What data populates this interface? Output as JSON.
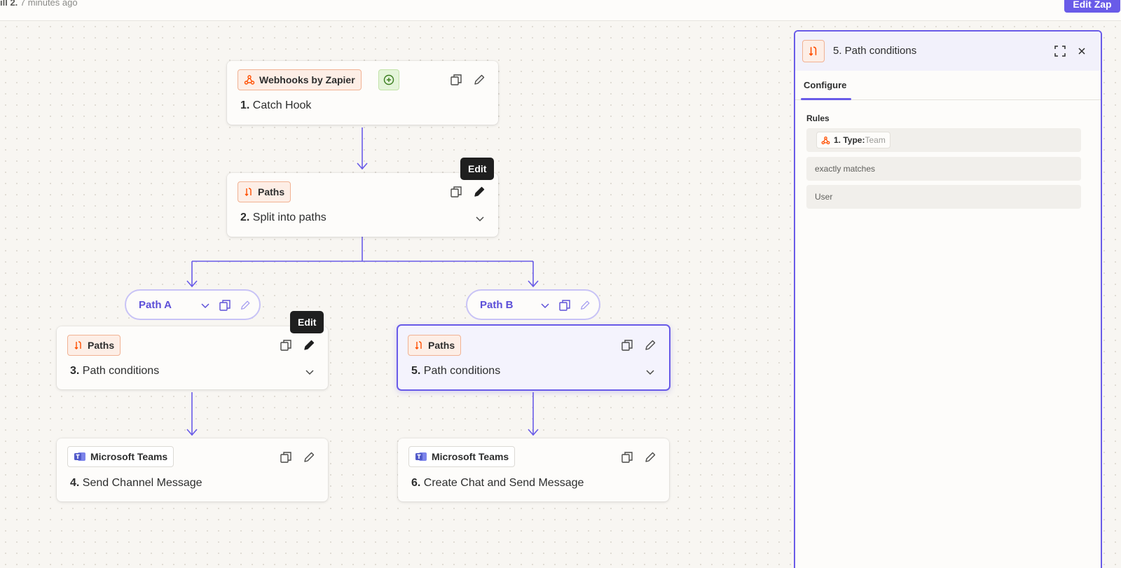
{
  "topbar": {
    "status_strong": "ill 2.",
    "status_time": "7 minutes ago",
    "edit_zap_label": "Edit Zap"
  },
  "steps": [
    {
      "badge": "Webhooks by Zapier",
      "number": "1.",
      "title": "Catch Hook"
    },
    {
      "badge": "Paths",
      "number": "2.",
      "title": "Split into paths"
    },
    {
      "badge": "Paths",
      "number": "3.",
      "title": "Path conditions"
    },
    {
      "badge": "Microsoft Teams",
      "number": "4.",
      "title": "Send Channel Message"
    },
    {
      "badge": "Paths",
      "number": "5.",
      "title": "Path conditions"
    },
    {
      "badge": "Microsoft Teams",
      "number": "6.",
      "title": "Create Chat and Send Message"
    }
  ],
  "paths": [
    {
      "label": "Path A"
    },
    {
      "label": "Path B"
    }
  ],
  "tooltips": {
    "step2": "Edit",
    "step3": "Edit"
  },
  "panel": {
    "title": "5. Path conditions",
    "tab": "Configure",
    "rules_label": "Rules",
    "rule_field": {
      "key": "1. Type:",
      "value": "Team"
    },
    "operator": "exactly matches",
    "value": "User"
  },
  "colors": {
    "accent": "#695be8",
    "webhook_orange": "#ff4f00",
    "teams_purple": "#5059c9",
    "canvas": "#f8f6f2"
  },
  "icons": [
    "webhook-icon",
    "paths-icon",
    "microsoft-teams-icon",
    "copy-icon",
    "pencil-icon",
    "chevron-down-icon",
    "plus-circle-icon",
    "expand-icon",
    "close-icon"
  ]
}
